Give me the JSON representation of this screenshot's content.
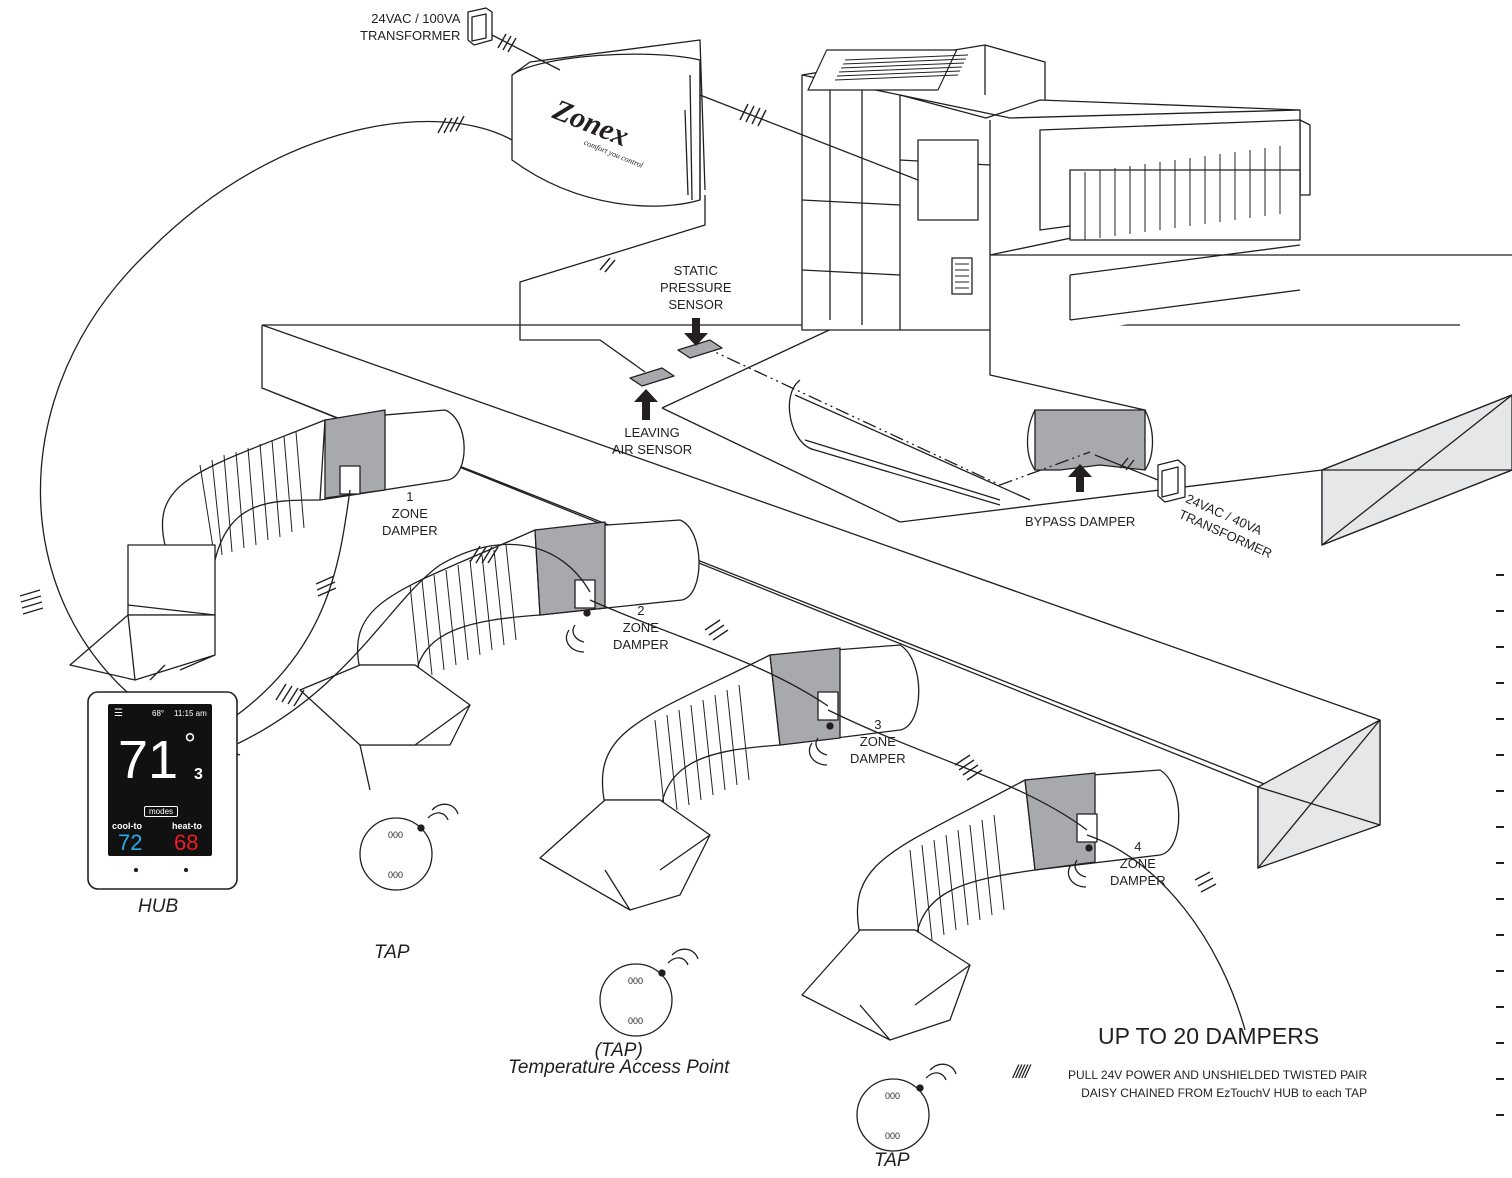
{
  "brand": {
    "logo": "Zonex",
    "tagline": "comfort you control",
    "logo_color": "#231f20"
  },
  "labels": {
    "transformer_100va": [
      "24VAC / 100VA",
      "TRANSFORMER"
    ],
    "transformer_40va": [
      "24VAC / 40VA",
      "TRANSFORMER"
    ],
    "static_pressure_sensor": [
      "STATIC",
      "PRESSURE",
      "SENSOR"
    ],
    "leaving_air_sensor": [
      "LEAVING",
      "AIR SENSOR"
    ],
    "bypass_damper": "BYPASS DAMPER",
    "zones": [
      {
        "number": "1",
        "line1": "ZONE",
        "line2": "DAMPER"
      },
      {
        "number": "2",
        "line1": "ZONE",
        "line2": "DAMPER"
      },
      {
        "number": "3",
        "line1": "ZONE",
        "line2": "DAMPER"
      },
      {
        "number": "4",
        "line1": "ZONE",
        "line2": "DAMPER"
      }
    ],
    "hub": "HUB",
    "tap": "TAP",
    "tap_full": [
      "(TAP)",
      "Temperature Access Point"
    ],
    "up_to": "UP TO 20 DAMPERS",
    "wiring_symbol": "/////",
    "wiring_note": [
      "PULL 24V POWER AND UNSHIELDED TWISTED PAIR",
      "DAISY CHAINED FROM EzTouchV HUB to each TAP"
    ]
  },
  "hub_screen": {
    "menu_icon": "menu-icon",
    "outdoor_temp": "68°",
    "time": "11:15 am",
    "current_temp": "71",
    "degree": "°",
    "zone_number": "3",
    "modes": "modes",
    "cool_label": "cool-to",
    "cool_value": "72",
    "heat_label": "heat-to",
    "heat_value": "68",
    "colors": {
      "cool": "#29abe2",
      "heat": "#ed1c24",
      "screen_bg": "#111111",
      "damper_band": "#a7a9ac"
    }
  },
  "tap_text": "000"
}
